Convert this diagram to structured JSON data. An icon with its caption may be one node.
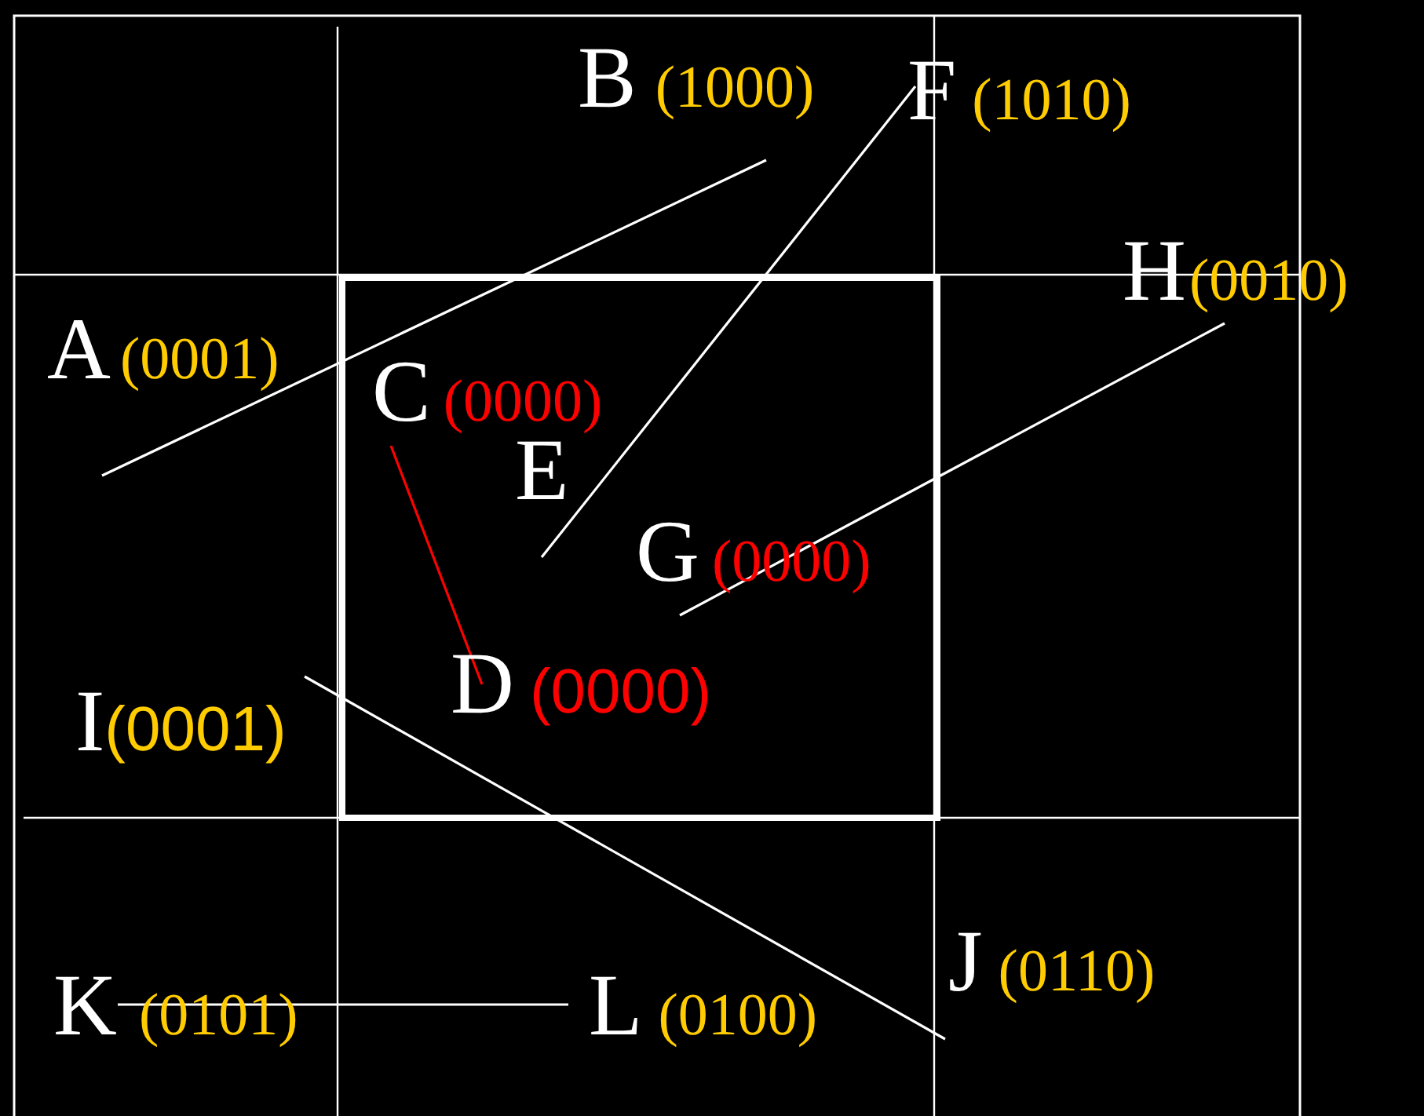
{
  "diagram": {
    "nodes": [
      {
        "text": [
          "A",
          "(0001)"
        ]
      },
      {
        "text": [
          "B",
          "(1000)"
        ]
      },
      {
        "text": [
          "F",
          "(1010)"
        ]
      },
      {
        "text": [
          "H",
          "(0010)"
        ]
      },
      {
        "text": [
          "C",
          "(0000)"
        ]
      },
      {
        "text": [
          "E"
        ]
      },
      {
        "text": [
          "G",
          "(0000)"
        ]
      },
      {
        "text": [
          "D",
          "(0000)"
        ]
      },
      {
        "text": [
          "I",
          "(0001)"
        ]
      },
      {
        "text": [
          "J",
          "(0110)"
        ]
      },
      {
        "text": [
          "K",
          "(0101)"
        ]
      },
      {
        "text": [
          "L",
          "(0100)"
        ]
      }
    ],
    "edges": [
      {
        "from": 0,
        "to": 1,
        "arrow": "none"
      },
      {
        "from": 5,
        "to": 2,
        "arrow": "none"
      },
      {
        "from": 4,
        "to": 7,
        "arrow": "none",
        "color": "#ff0000"
      },
      {
        "from": 6,
        "to": 3,
        "arrow": "none"
      },
      {
        "from": 8,
        "to": 9,
        "arrow": "none"
      },
      {
        "from": 10,
        "to": 11,
        "arrow": "none"
      }
    ]
  }
}
